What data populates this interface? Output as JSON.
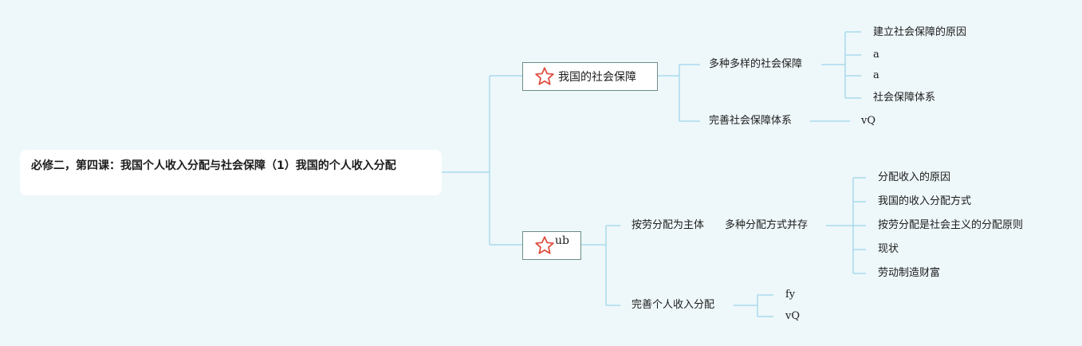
{
  "root": {
    "title": "必修二，第四课：我国个人收入分配与社会保障（1）我国的个人收入分配"
  },
  "branch1": {
    "label": "我国的社会保障",
    "icon": "star-icon",
    "children": [
      {
        "label": "多种多样的社会保障",
        "leaves": [
          "建立社会保障的原因",
          "a",
          "a",
          "社会保障体系"
        ]
      },
      {
        "label": "完善社会保障体系",
        "leaves": [
          "vQ"
        ]
      }
    ]
  },
  "branch2": {
    "label": "ub",
    "icon": "star-icon",
    "children": [
      {
        "label": "按劳分配为主体",
        "sublabel": "多种分配方式并存",
        "leaves": [
          "分配收入的原因",
          "我国的收入分配方式",
          "按劳分配是社会主义的分配原则",
          "现状",
          "劳动制造财富"
        ]
      },
      {
        "label": "完善个人收入分配",
        "leaves": [
          "fy",
          "vQ"
        ]
      }
    ]
  },
  "colors": {
    "line": "#a9dcec",
    "star": "#e04a3b",
    "box_border": "#6b8d86",
    "background": "#eef7fa"
  }
}
